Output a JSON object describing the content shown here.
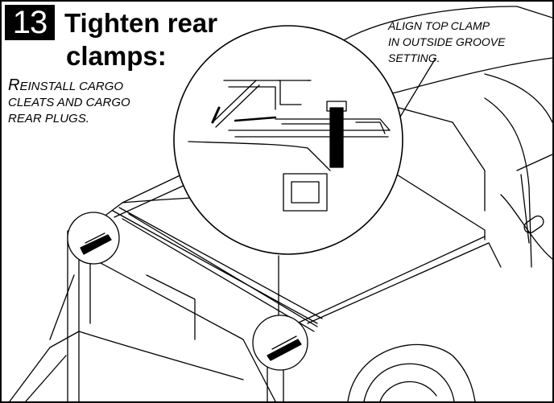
{
  "step": {
    "number": "13",
    "title_lines": [
      "Tighten rear",
      "clamps:"
    ]
  },
  "notes": {
    "left": {
      "first_letter": "R",
      "lines": [
        "EINSTALL CARGO",
        "CLEATS AND CARGO",
        "REAR PLUGS."
      ]
    },
    "right": {
      "lines": [
        "ALIGN TOP CLAMP",
        "IN OUTSIDE GROOVE",
        "SETTING."
      ]
    }
  },
  "colors": {
    "line": "#000000",
    "background": "#ffffff",
    "badge": "#000000",
    "badge_text": "#ffffff"
  }
}
